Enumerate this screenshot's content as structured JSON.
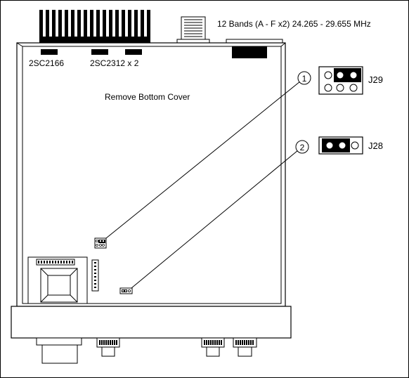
{
  "header": {
    "bands_text": "12 Bands (A - F x2) 24.265 - 29.655 MHz"
  },
  "transistors": {
    "left_label": "2SC2166",
    "right_label": "2SC2312 x 2"
  },
  "instruction": "Remove Bottom Cover",
  "callouts": [
    {
      "number": "1",
      "jumper": "J29"
    },
    {
      "number": "2",
      "jumper": "J28"
    }
  ],
  "colors": {
    "line": "#000000",
    "board_fill": "#ffffff",
    "background": "#ffffff"
  }
}
